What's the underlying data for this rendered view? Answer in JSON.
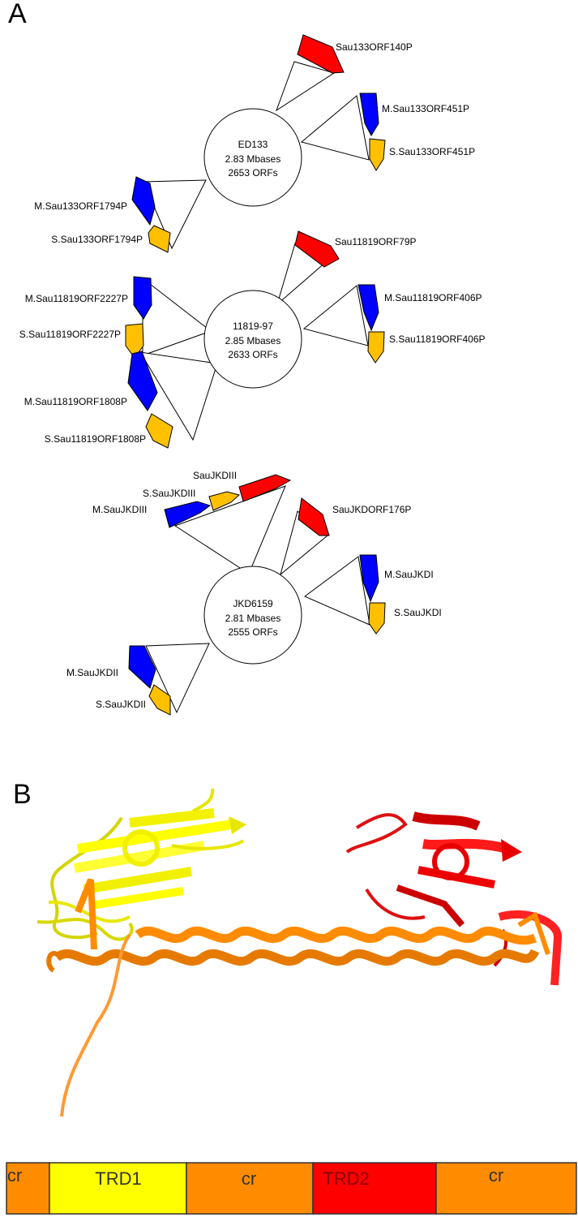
{
  "panels": {
    "a": "A",
    "b": "B"
  },
  "colors": {
    "res_subunit": "#ff0000",
    "m_subunit": "#0000ff",
    "s_subunit": "#ffc000",
    "yellow": "#ffff00",
    "orange": "#ff8c00",
    "red": "#ff0000"
  },
  "genomes": [
    {
      "name": "ED133",
      "size": "2.83 Mbases",
      "orfs": "2653 ORFs",
      "labels": [
        "Sau133ORF140P",
        "M.Sau133ORF451P",
        "S.Sau133ORF451P",
        "M.Sau133ORF1794P",
        "S.Sau133ORF1794P"
      ]
    },
    {
      "name": "11819-97",
      "size": "2.85 Mbases",
      "orfs": "2633 ORFs",
      "labels": [
        "Sau11819ORF79P",
        "M.Sau11819ORF406P",
        "S.Sau11819ORF406P",
        "M.Sau11819ORF2227P",
        "S.Sau11819ORF2227P",
        "M.Sau11819ORF1808P",
        "S.Sau11819ORF1808P"
      ]
    },
    {
      "name": "JKD6159",
      "size": "2.81 Mbases",
      "orfs": "2555 ORFs",
      "labels": [
        "SauJKDIII",
        "S.SauJKDIII",
        "M.SauJKDIII",
        "SauJKDORF176P",
        "M.SauJKDI",
        "S.SauJKDI",
        "M.SauJKDII",
        "S.SauJKDII"
      ]
    }
  ],
  "domain_bar": [
    {
      "label": "cr",
      "color": "#ff8c00"
    },
    {
      "label": "TRD1",
      "color": "#ffff00"
    },
    {
      "label": "cr",
      "color": "#ff8c00"
    },
    {
      "label": "TRD2",
      "color": "#ff0000"
    },
    {
      "label": "cr",
      "color": "#ff8c00"
    }
  ]
}
